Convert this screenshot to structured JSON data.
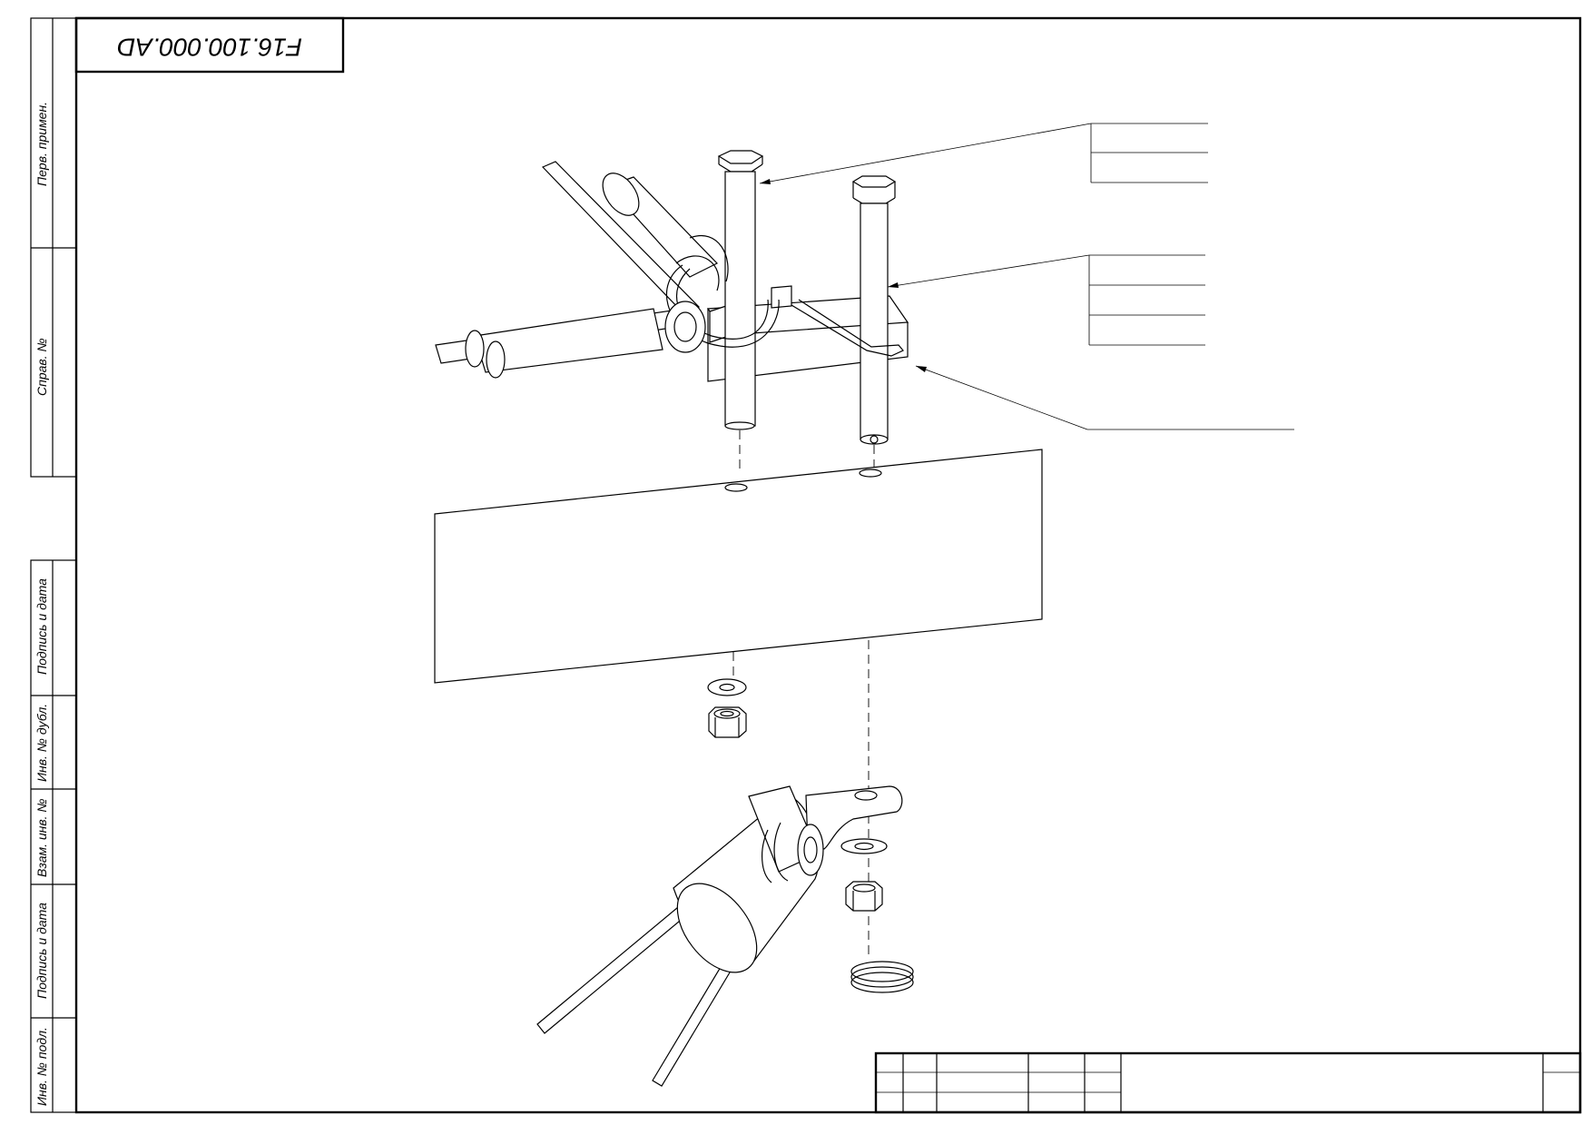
{
  "drawing": {
    "code": "F16.100.000.AD",
    "side_labels": {
      "perv_primen": "Перв. примен.",
      "sprav_no": "Справ. №",
      "podpis_data_1": "Подпись и дата",
      "inv_no_dubl": "Инв. № дубл.",
      "vzam_inv_no": "Взам. инв. №",
      "podpis_data_2": "Подпись и дата",
      "inv_no_podl": "Инв. № подл."
    }
  },
  "colors": {
    "line": "#000000",
    "background": "#ffffff"
  }
}
